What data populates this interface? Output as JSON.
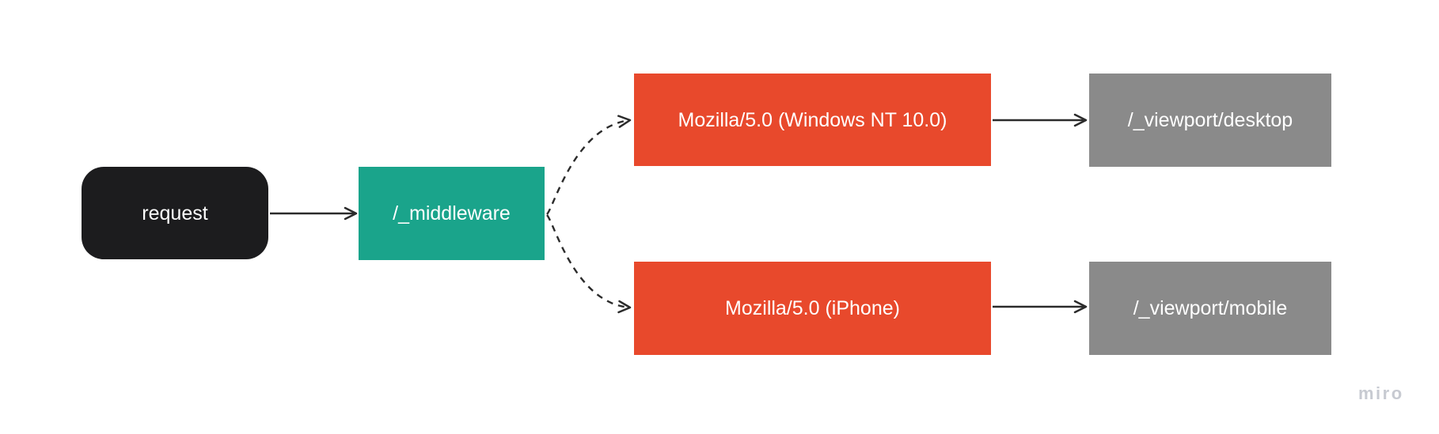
{
  "app": {
    "watermark": "miro"
  },
  "colors": {
    "canvas_background": "#FFFFFF",
    "node_text": "#FFFFFF",
    "arrow": "#2B2B2B",
    "node_request": "#1C1C1E",
    "node_middleware": "#1AA48B",
    "node_user_agent": "#E8492C",
    "node_viewport": "#8A8A8A",
    "watermark": "#C7CAD1"
  },
  "diagram": {
    "type": "flowchart",
    "direction": "left-to-right",
    "nodes": {
      "request": {
        "label": "request",
        "shape": "rounded-rectangle",
        "color": "#1C1C1E"
      },
      "middleware": {
        "label": "/_middleware",
        "shape": "rectangle",
        "color": "#1AA48B"
      },
      "ua_desktop": {
        "label": "Mozilla/5.0 (Windows NT 10.0)",
        "shape": "rectangle",
        "color": "#E8492C"
      },
      "ua_mobile": {
        "label": "Mozilla/5.0 (iPhone)",
        "shape": "rectangle",
        "color": "#E8492C"
      },
      "viewport_desktop": {
        "label": "/_viewport/desktop",
        "shape": "rectangle",
        "color": "#8A8A8A"
      },
      "viewport_mobile": {
        "label": "/_viewport/mobile",
        "shape": "rectangle",
        "color": "#8A8A8A"
      }
    },
    "edges": [
      {
        "from": "request",
        "to": "middleware",
        "style": "solid",
        "arrowhead": "open"
      },
      {
        "from": "middleware",
        "to": "ua_desktop",
        "style": "dashed",
        "arrowhead": "open"
      },
      {
        "from": "middleware",
        "to": "ua_mobile",
        "style": "dashed",
        "arrowhead": "open"
      },
      {
        "from": "ua_desktop",
        "to": "viewport_desktop",
        "style": "solid",
        "arrowhead": "open"
      },
      {
        "from": "ua_mobile",
        "to": "viewport_mobile",
        "style": "solid",
        "arrowhead": "open"
      }
    ]
  }
}
